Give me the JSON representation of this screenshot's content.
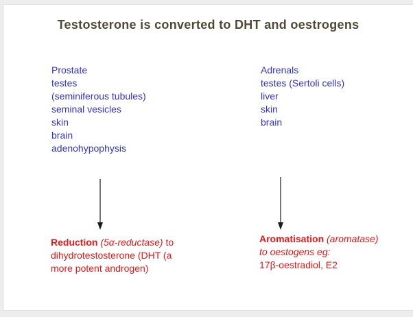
{
  "slide": {
    "title": "Testosterone is converted to DHT and oestrogens",
    "colors": {
      "title_text": "#4e4a35",
      "site_list_text": "#3232d8",
      "result_text": "#ee1515",
      "slide_background": "#ffffff",
      "canvas_background": "#ededed"
    },
    "left_sites": [
      "Prostate",
      "testes",
      "(seminiferous tubules)",
      "seminal vesicles",
      "skin",
      "brain",
      "adenohypophysis"
    ],
    "right_sites": [
      "Adrenals",
      "testes (Sertoli cells)",
      "liver",
      "skin",
      "brain"
    ],
    "icons": {
      "left_arrow": "down-arrow-icon",
      "right_arrow": "down-arrow-icon"
    },
    "reduction": {
      "line1": {
        "bold": "Reduction",
        "italic": " (5α-reductase)",
        "tail": " to"
      },
      "line2": "dihydrotestosterone (DHT (a",
      "line3": "more potent androgen)"
    },
    "aromatisation": {
      "line1": {
        "bold": "Aromatisation",
        "italic": " (aromatase)"
      },
      "line2": "to oestogens eg:",
      "line3": "17β-oestradiol, E2"
    }
  }
}
